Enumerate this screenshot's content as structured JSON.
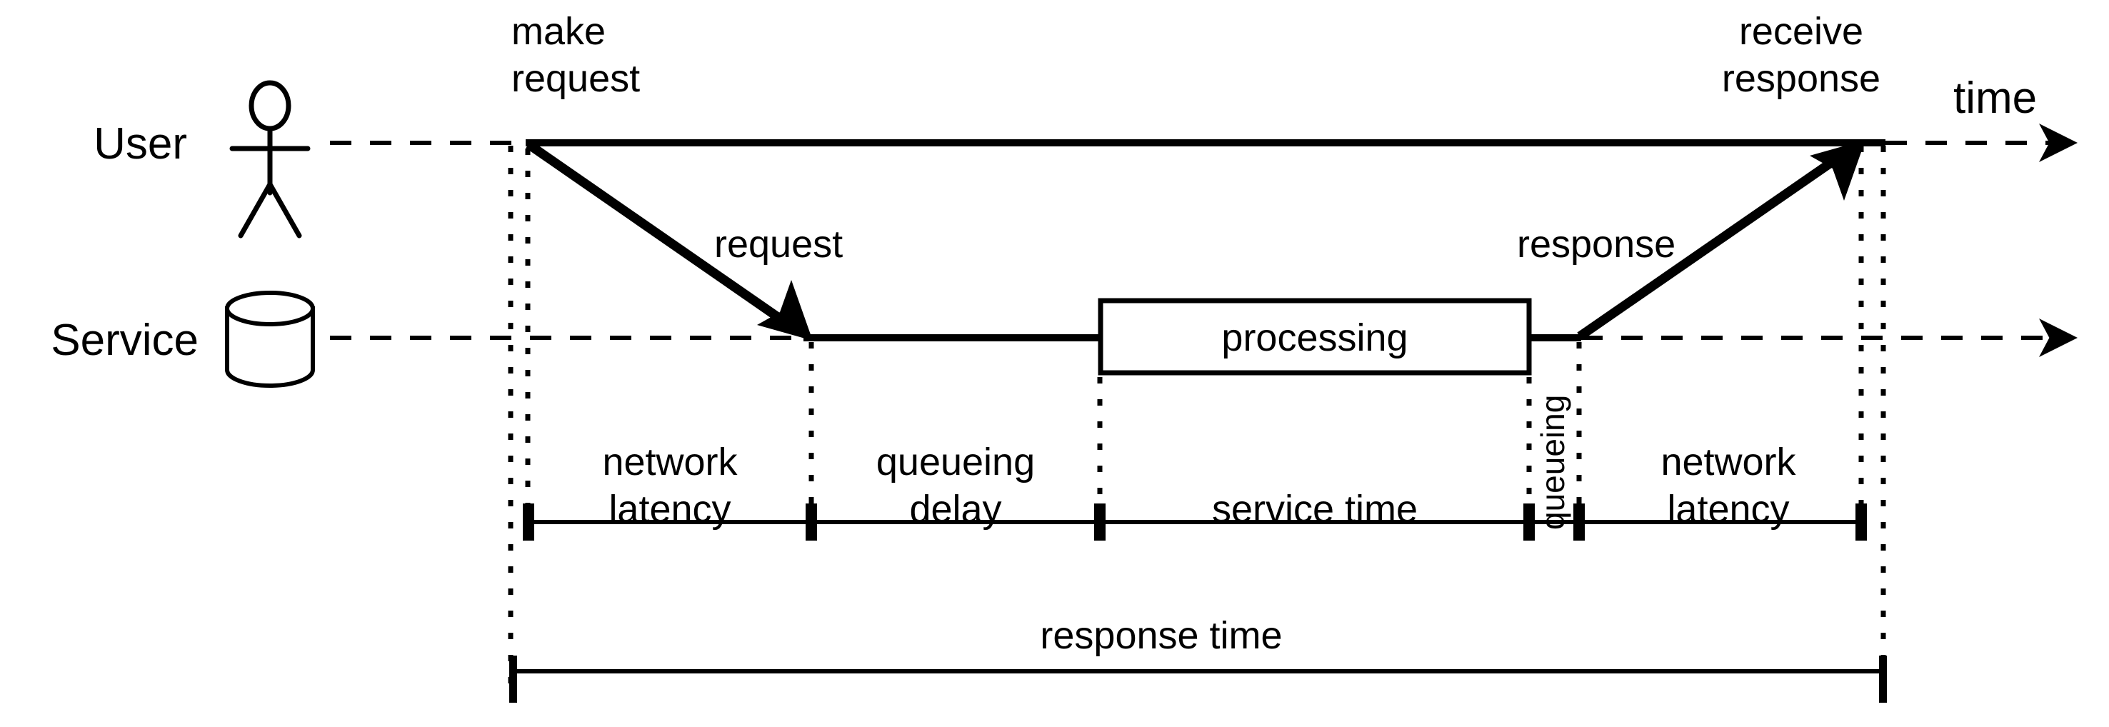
{
  "diagram": {
    "title": "Request response time breakdown",
    "type": "sequence-timing-diagram",
    "colors": {
      "stroke": "#000000",
      "background": "#ffffff",
      "box_fill": "#ffffff"
    },
    "lanes": [
      {
        "id": "user",
        "label": "User",
        "icon": "stick-figure-actor-icon"
      },
      {
        "id": "service",
        "label": "Service",
        "icon": "database-cylinder-icon"
      }
    ],
    "event_labels": {
      "make_request": "make\nrequest",
      "make_request_line1": "make",
      "make_request_line2": "request",
      "receive_response": "receive\nresponse",
      "receive_response_line1": "receive",
      "receive_response_line2": "response",
      "time_axis": "time"
    },
    "messages": [
      {
        "id": "request",
        "label": "request",
        "from": "user",
        "to": "service",
        "direction": "down-right"
      },
      {
        "id": "response",
        "label": "response",
        "from": "service",
        "to": "user",
        "direction": "up-right"
      }
    ],
    "activation_box": {
      "label": "processing"
    },
    "segments": [
      {
        "id": "network-latency-out",
        "label": "network\nlatency",
        "line1": "network",
        "line2": "latency"
      },
      {
        "id": "queueing-delay",
        "label": "queueing\ndelay",
        "line1": "queueing",
        "line2": "delay"
      },
      {
        "id": "service-time",
        "label": "service time",
        "line1": "service time",
        "line2": ""
      },
      {
        "id": "queueing",
        "label": "queueing",
        "rotated": "vertical"
      },
      {
        "id": "network-latency-in",
        "label": "network\nlatency",
        "line1": "network",
        "line2": "latency"
      }
    ],
    "total_measure": {
      "id": "response-time",
      "label": "response time"
    }
  },
  "chart_data": {
    "type": "timeline",
    "title": "response time",
    "xlabel": "time",
    "series": [
      {
        "name": "User",
        "lane_y": 200
      },
      {
        "name": "Service",
        "lane_y": 473
      }
    ],
    "segments": [
      {
        "name": "network latency",
        "x_start": 738,
        "x_end": 1135
      },
      {
        "name": "queueing delay",
        "x_start": 1135,
        "x_end": 1540
      },
      {
        "name": "service time",
        "x_start": 1540,
        "x_end": 2140
      },
      {
        "name": "queueing",
        "x_start": 2140,
        "x_end": 2210
      },
      {
        "name": "network latency",
        "x_start": 2210,
        "x_end": 2605
      }
    ],
    "total": {
      "name": "response time",
      "x_start": 718,
      "x_end": 2635
    }
  }
}
